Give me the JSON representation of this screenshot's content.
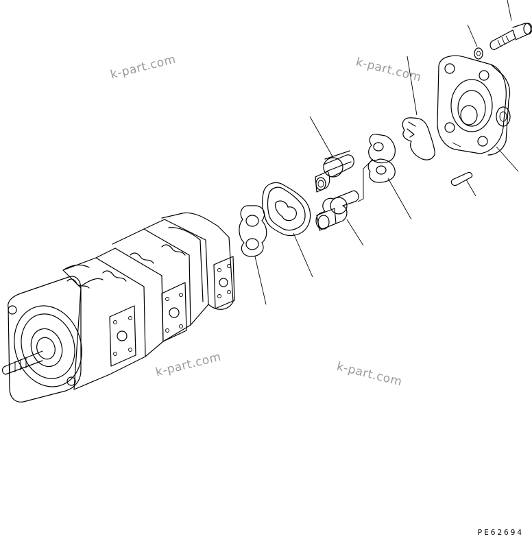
{
  "watermarks": [
    "k-part.com",
    "k-part.com",
    "k-part.com",
    "k-part.com"
  ],
  "drawing_code": "PE62694",
  "colors": {
    "line": "#000000",
    "watermark": "#9a9a9a",
    "background": "#ffffff"
  }
}
